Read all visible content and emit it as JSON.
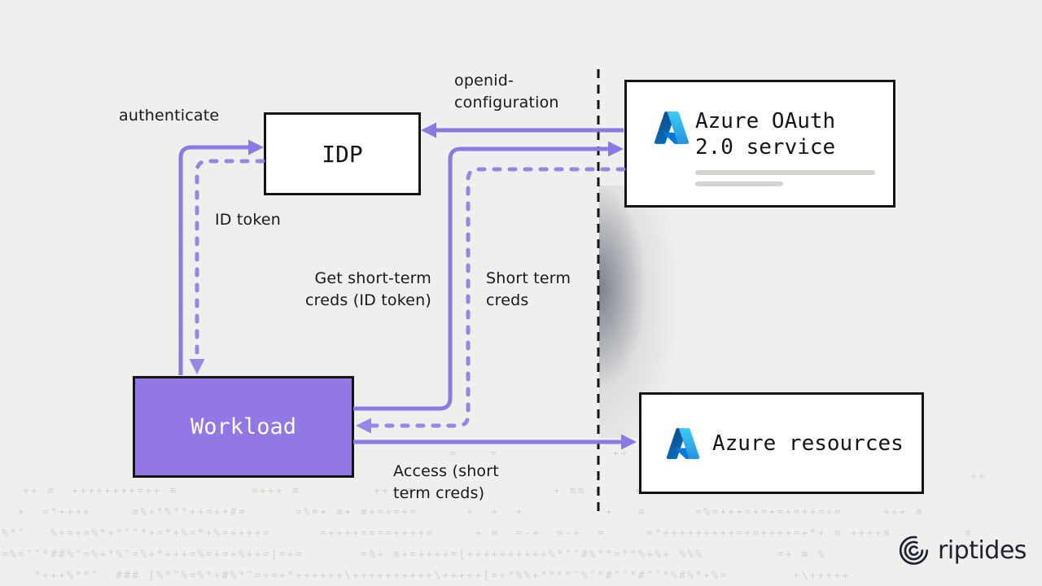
{
  "diagram": {
    "boxes": {
      "idp": {
        "title": "IDP"
      },
      "oauth_service": {
        "title": "Azure OAuth\n2.0 service"
      },
      "workload": {
        "title": "Workload"
      },
      "resources": {
        "title": "Azure resources"
      }
    },
    "edge_labels": {
      "authenticate": "authenticate",
      "openid_configuration": "openid-\nconfiguration",
      "id_token": "ID token",
      "get_short_term_creds": "Get short-term\ncreds (ID token)",
      "short_term_creds": "Short term\ncreds",
      "access": "Access (short\nterm creds)"
    },
    "brand": {
      "wordmark": "riptides"
    },
    "colors": {
      "background": "#f0efee",
      "arrow_solid": "#8a7ae3",
      "arrow_dashed": "#9487e8",
      "workload_fill": "#9278e4",
      "box_border": "#141414",
      "separator": "#141414",
      "skeleton_bar": "#d5d3d0",
      "ascii_gray": "#d4d2ce",
      "brand_navy": "#1d2233",
      "azure_blue_dark": "#114a8b",
      "azure_blue": "#0078d4",
      "azure_blue_light": "#3ccbf4"
    },
    "ascii_rows": [
      "=    =              ++             ++",
      "++",
      "++ ≡  ++++++++=++ ≡         =+++ ≡         ++  ≡                 + ≡≡ +    +     ++ =        +      ++",
      " +  =*++++     ≡%+*%**++=++#=      =%=+ ≡+ ≡+=+=+=      +  +  +          +   ≡      =%=+++=+=+=+=++=+=     +++ ≡",
      "%*\"   %+=+=%*+*\"\"*+=*+%=*+%=++++=      =++++====++++=     + ≡  =-+  =-+  =     =*+++++++++=+=++++=+*+ ≡ ++++≡         ≡",
      "=%=\"\"*##%\"=%+*%\"=%+*+++=%=+=+%++=[=+=       =%+ ≡+=++++=[++++++++++%*\"\"#%**=**%+%+ %%%         =+ ≡ %         =+",
      "*+++%**\"  ### [%*\"%=%*+#%*\"=+=+*++++++\\++++++++++\\+++++[=+*%%+****\"%\"*#\"\"*#\"\"*%#%*+%=        +\\+++++"
    ]
  }
}
